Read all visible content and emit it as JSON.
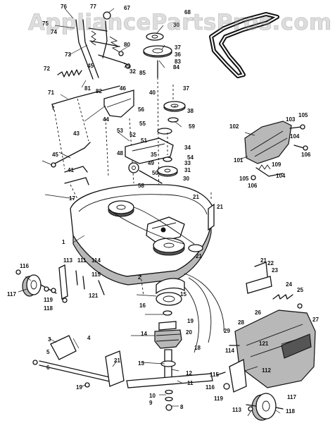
{
  "watermark": "AppliancePartsPros.com",
  "part_labels": [
    {
      "text": "76"
    },
    {
      "text": "77"
    },
    {
      "text": "67"
    },
    {
      "text": "75"
    },
    {
      "text": "74"
    },
    {
      "text": "73"
    },
    {
      "text": "68"
    },
    {
      "text": "30"
    },
    {
      "text": "37"
    },
    {
      "text": "36"
    },
    {
      "text": "83"
    },
    {
      "text": "80"
    },
    {
      "text": "84"
    },
    {
      "text": "79"
    },
    {
      "text": "32"
    },
    {
      "text": "72"
    },
    {
      "text": "45"
    },
    {
      "text": "85"
    },
    {
      "text": "81"
    },
    {
      "text": "82"
    },
    {
      "text": "46"
    },
    {
      "text": "71"
    },
    {
      "text": "40"
    },
    {
      "text": "37"
    },
    {
      "text": "38"
    },
    {
      "text": "44"
    },
    {
      "text": "56"
    },
    {
      "text": "55"
    },
    {
      "text": "59"
    },
    {
      "text": "53"
    },
    {
      "text": "52"
    },
    {
      "text": "51"
    },
    {
      "text": "34"
    },
    {
      "text": "43"
    },
    {
      "text": "48"
    },
    {
      "text": "49"
    },
    {
      "text": "54"
    },
    {
      "text": "33"
    },
    {
      "text": "45"
    },
    {
      "text": "35"
    },
    {
      "text": "31"
    },
    {
      "text": "50"
    },
    {
      "text": "41"
    },
    {
      "text": "58"
    },
    {
      "text": "30"
    },
    {
      "text": "17"
    },
    {
      "text": "21"
    },
    {
      "text": "21"
    },
    {
      "text": "102"
    },
    {
      "text": "103"
    },
    {
      "text": "105"
    },
    {
      "text": "104"
    },
    {
      "text": "106"
    },
    {
      "text": "101"
    },
    {
      "text": "109"
    },
    {
      "text": "104"
    },
    {
      "text": "105"
    },
    {
      "text": "106"
    },
    {
      "text": "1"
    },
    {
      "text": "21"
    },
    {
      "text": "116"
    },
    {
      "text": "113"
    },
    {
      "text": "111"
    },
    {
      "text": "114"
    },
    {
      "text": "115"
    },
    {
      "text": "117"
    },
    {
      "text": "119"
    },
    {
      "text": "121"
    },
    {
      "text": "118"
    },
    {
      "text": "2"
    },
    {
      "text": "21"
    },
    {
      "text": "22"
    },
    {
      "text": "23"
    },
    {
      "text": "24"
    },
    {
      "text": "25"
    },
    {
      "text": "26"
    },
    {
      "text": "16"
    },
    {
      "text": "15"
    },
    {
      "text": "19"
    },
    {
      "text": "20"
    },
    {
      "text": "28"
    },
    {
      "text": "27"
    },
    {
      "text": "29"
    },
    {
      "text": "3"
    },
    {
      "text": "4"
    },
    {
      "text": "14"
    },
    {
      "text": "18"
    },
    {
      "text": "114"
    },
    {
      "text": "121"
    },
    {
      "text": "5"
    },
    {
      "text": "6"
    },
    {
      "text": "112"
    },
    {
      "text": "21"
    },
    {
      "text": "13"
    },
    {
      "text": "12"
    },
    {
      "text": "115"
    },
    {
      "text": "11"
    },
    {
      "text": "116"
    },
    {
      "text": "19"
    },
    {
      "text": "10"
    },
    {
      "text": "9"
    },
    {
      "text": "8"
    },
    {
      "text": "119"
    },
    {
      "text": "117"
    },
    {
      "text": "113"
    },
    {
      "text": "118"
    }
  ]
}
